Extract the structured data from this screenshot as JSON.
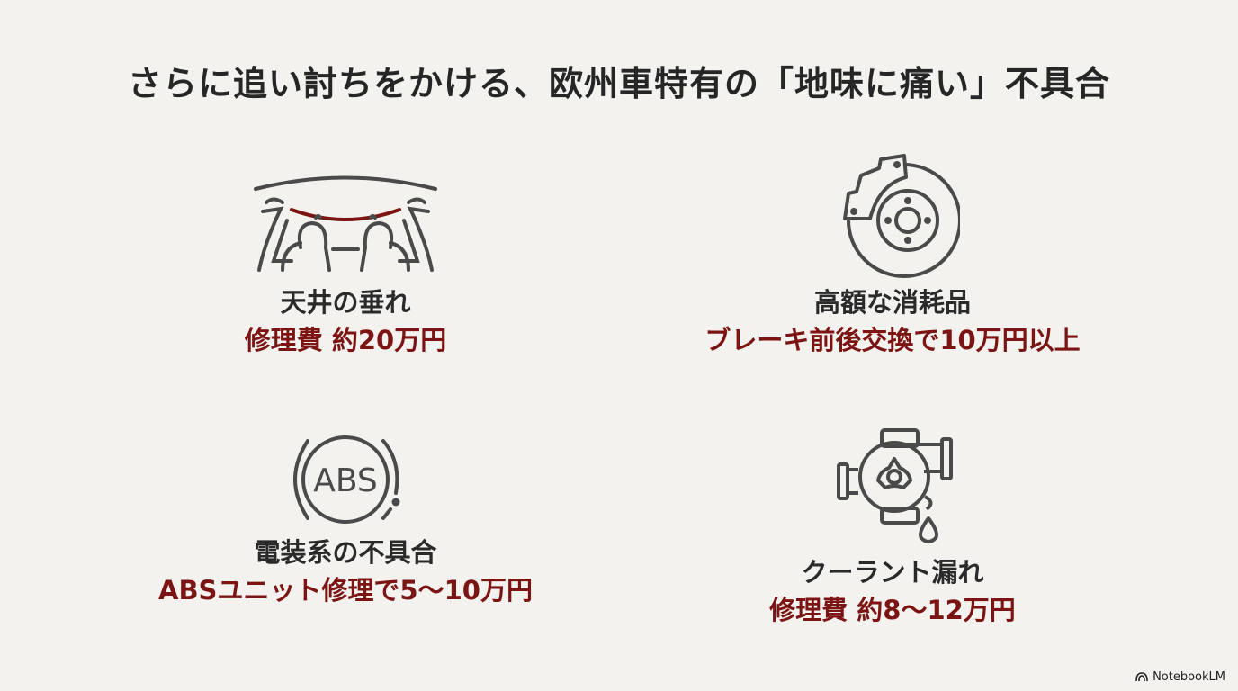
{
  "title": "さらに追い討ちをかける、欧州車特有の「地味に痛い」不具合",
  "cards": [
    {
      "icon": "car-interior-headliner-icon",
      "label": "天井の垂れ",
      "cost": "修理費 約20万円"
    },
    {
      "icon": "brake-disc-icon",
      "label": "高額な消耗品",
      "cost": "ブレーキ前後交換で10万円以上"
    },
    {
      "icon": "abs-warning-icon",
      "label": "電装系の不具合",
      "cost": "ABSユニット修理で5〜10万円"
    },
    {
      "icon": "water-pump-leak-icon",
      "label": "クーラント漏れ",
      "cost": "修理費 約8〜12万円"
    }
  ],
  "colors": {
    "background": "#f3f2ee",
    "text": "#2a2a2a",
    "accent": "#7c1414",
    "icon_stroke": "#4a4a4a"
  },
  "badge": {
    "label": "NotebookLM"
  }
}
